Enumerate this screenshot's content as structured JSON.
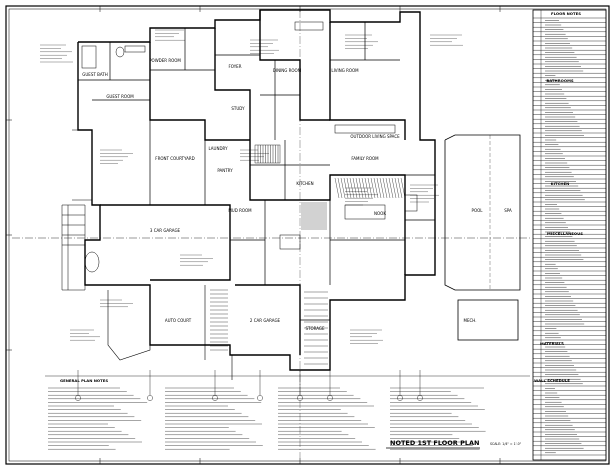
{
  "sheet": {
    "title": "NOTED 1ST FLOOR PLAN",
    "scale": "SCALE: 1/4\" = 1'-0\""
  },
  "legend": {
    "floor_notes_header": "FLOOR NOTES",
    "bathrooms_header": "BATHROOMS",
    "kitchen_header": "KITCHEN",
    "miscellaneous_header": "MISCELLANEOUS",
    "materials_header": "MATERIALS",
    "wall_schedule_header": "WALL SCHEDULE"
  },
  "notes": {
    "general_plan_notes_header": "GENERAL PLAN NOTES"
  },
  "rooms": {
    "guest_bath": "GUEST BATH",
    "guest_room": "GUEST ROOM",
    "powder_room": "POWDER ROOM",
    "foyer": "FOYER",
    "study": "STUDY",
    "living_room": "LIVING ROOM",
    "dining_room": "DINING ROOM",
    "family_room": "FAMILY ROOM",
    "front_courtyard": "FRONT COURTYARD",
    "kitchen": "KITCHEN",
    "laundry": "LAUNDRY",
    "pantry": "PANTRY",
    "mud_room": "MUD ROOM",
    "nook": "NOOK",
    "outdoor_living": "OUTDOOR LIVING SPACE",
    "garage_3_car": "3 CAR GARAGE",
    "garage_2_car": "2 CAR GARAGE",
    "auto_court": "AUTO COURT",
    "storage": "STORAGE",
    "pool": "POOL",
    "spa": "SPA",
    "mech": "MECH."
  }
}
